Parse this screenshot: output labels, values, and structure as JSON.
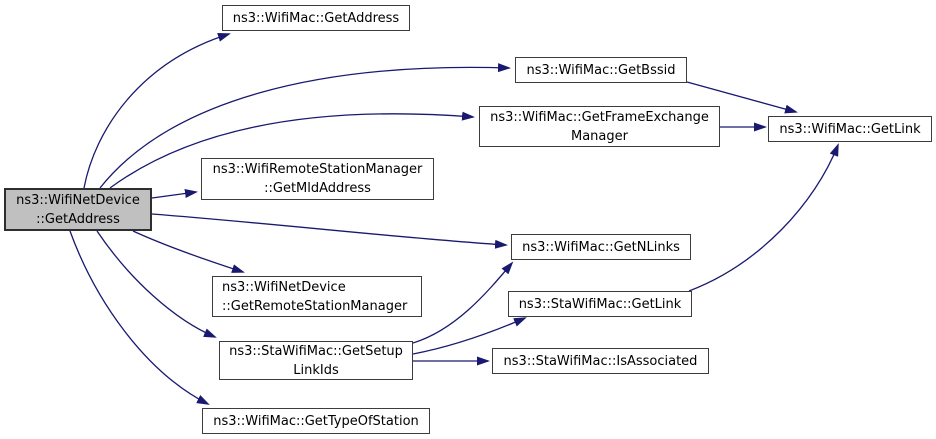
{
  "diagram": {
    "kind": "doxygen-call-graph",
    "colors": {
      "edge": "#191970",
      "node_border": "#3c3c3c",
      "node_fill": "#ffffff",
      "focus_node_fill": "#c0c0c0",
      "background": "#ffffff"
    }
  },
  "nodes": [
    {
      "id": "wifinetdevice-getaddress",
      "focus": true,
      "lines": [
        "ns3::WifiNetDevice",
        "::GetAddress"
      ]
    },
    {
      "id": "wifimac-getaddress",
      "lines": [
        "ns3::WifiMac::GetAddress"
      ]
    },
    {
      "id": "wifimac-getbssid",
      "lines": [
        "ns3::WifiMac::GetBssid"
      ]
    },
    {
      "id": "wifimac-getframeexchangemanager",
      "lines": [
        "ns3::WifiMac::GetFrameExchange",
        "Manager"
      ]
    },
    {
      "id": "wifimac-getlink",
      "lines": [
        "ns3::WifiMac::GetLink"
      ]
    },
    {
      "id": "wifiremotestationmanager-getmldaddress",
      "lines": [
        "ns3::WifiRemoteStationManager",
        "::GetMldAddress"
      ]
    },
    {
      "id": "wifimac-getnlinks",
      "lines": [
        "ns3::WifiMac::GetNLinks"
      ]
    },
    {
      "id": "wifinetdevice-getremotestationmanager",
      "lines": [
        "ns3::WifiNetDevice",
        "::GetRemoteStationManager"
      ]
    },
    {
      "id": "stawifimac-getlink",
      "lines": [
        "ns3::StaWifiMac::GetLink"
      ]
    },
    {
      "id": "stawifimac-getsetuplinkids",
      "lines": [
        "ns3::StaWifiMac::GetSetup",
        "LinkIds"
      ]
    },
    {
      "id": "stawifimac-isassociated",
      "lines": [
        "ns3::StaWifiMac::IsAssociated"
      ]
    },
    {
      "id": "wifimac-gettypeofstation",
      "lines": [
        "ns3::WifiMac::GetTypeOfStation"
      ]
    }
  ],
  "edges": [
    {
      "from": "wifinetdevice-getaddress",
      "to": "wifimac-getaddress"
    },
    {
      "from": "wifinetdevice-getaddress",
      "to": "wifimac-getbssid"
    },
    {
      "from": "wifinetdevice-getaddress",
      "to": "wifimac-getframeexchangemanager"
    },
    {
      "from": "wifinetdevice-getaddress",
      "to": "wifiremotestationmanager-getmldaddress"
    },
    {
      "from": "wifinetdevice-getaddress",
      "to": "wifimac-getnlinks"
    },
    {
      "from": "wifinetdevice-getaddress",
      "to": "wifinetdevice-getremotestationmanager"
    },
    {
      "from": "wifinetdevice-getaddress",
      "to": "stawifimac-getsetuplinkids"
    },
    {
      "from": "wifinetdevice-getaddress",
      "to": "wifimac-gettypeofstation"
    },
    {
      "from": "wifimac-getbssid",
      "to": "wifimac-getlink"
    },
    {
      "from": "wifimac-getframeexchangemanager",
      "to": "wifimac-getlink"
    },
    {
      "from": "stawifimac-getlink",
      "to": "wifimac-getlink"
    },
    {
      "from": "stawifimac-getsetuplinkids",
      "to": "wifimac-getnlinks"
    },
    {
      "from": "stawifimac-getsetuplinkids",
      "to": "stawifimac-getlink"
    },
    {
      "from": "stawifimac-getsetuplinkids",
      "to": "stawifimac-isassociated"
    }
  ]
}
